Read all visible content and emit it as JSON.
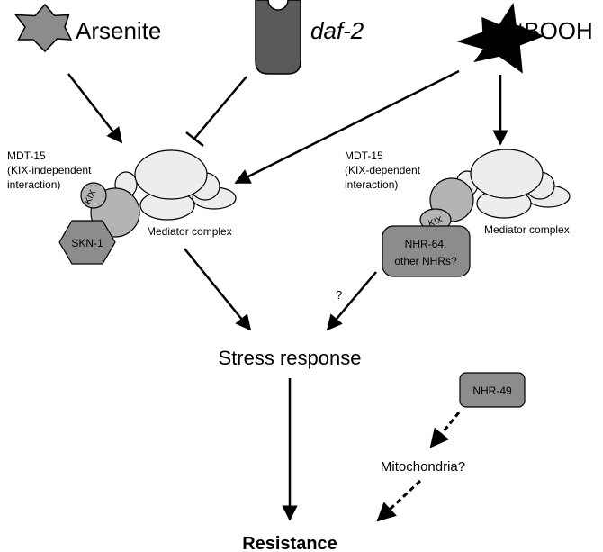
{
  "stimuli": {
    "arsenite": "Arsenite",
    "daf2": "daf-2",
    "tbooh": "tBOOH"
  },
  "left_complex": {
    "title_line1": "MDT-15",
    "title_line2": "(KIX-independent",
    "title_line3": "interaction)",
    "kix": "KIX",
    "partner": "SKN-1",
    "mediator": "Mediator complex"
  },
  "right_complex": {
    "title_line1": "MDT-15",
    "title_line2": "(KIX-dependent",
    "title_line3": "interaction)",
    "kix": "KIX",
    "partner_line1": "NHR-64,",
    "partner_line2": "other NHRs?",
    "mediator": "Mediator complex"
  },
  "question_mark": "?",
  "stress_response": "Stress response",
  "nhr49": "NHR-49",
  "mitochondria": "Mitochondria?",
  "resistance": "Resistance",
  "colors": {
    "arsenite_star": "#8c8c8c",
    "daf2_receptor": "#595959",
    "tbooh_star": "#000000",
    "mediator_lobes": "#ededed",
    "mdt15_body": "#b4b4b4",
    "partner_boxes": "#8c8c8c",
    "outline": "#000000"
  }
}
